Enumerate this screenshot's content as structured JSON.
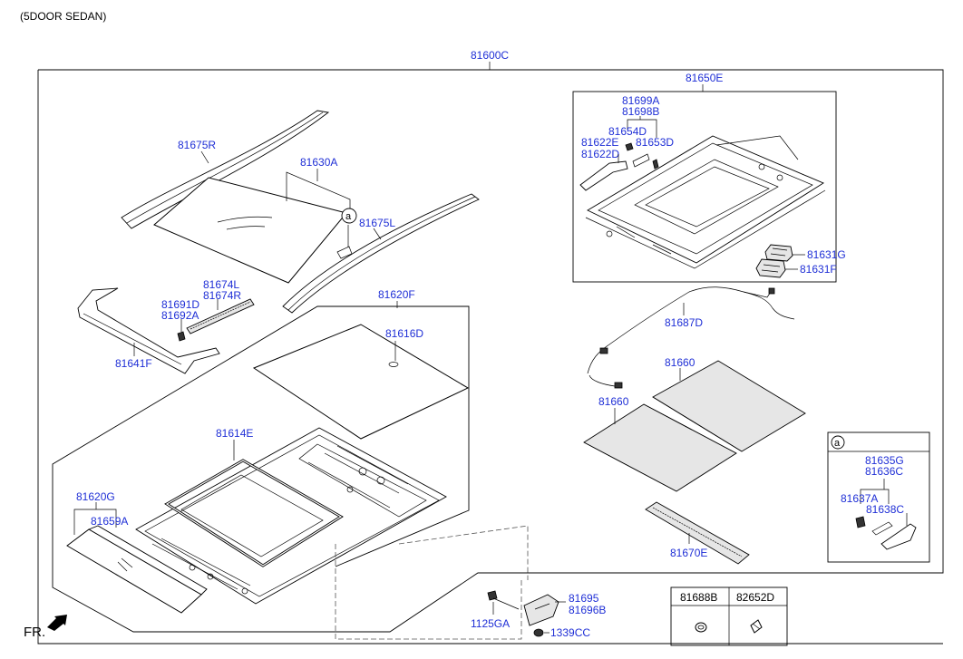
{
  "header": {
    "variant": "(5DOOR SEDAN)"
  },
  "orientation": {
    "label": "FR."
  },
  "callout": {
    "letter": "a"
  },
  "labels": {
    "p81600C": "81600C",
    "p81650E": "81650E",
    "p81675R": "81675R",
    "p81630A": "81630A",
    "p81675L": "81675L",
    "p81674L": "81674L",
    "p81674R": "81674R",
    "p81691D": "81691D",
    "p81692A": "81692A",
    "p81641F": "81641F",
    "p81620F": "81620F",
    "p81616D": "81616D",
    "p81614E": "81614E",
    "p81620G": "81620G",
    "p81659A": "81659A",
    "p81699A": "81699A",
    "p81698B": "81698B",
    "p81654D": "81654D",
    "p81622E": "81622E",
    "p81653D": "81653D",
    "p81622D": "81622D",
    "p81631G": "81631G",
    "p81631F": "81631F",
    "p81687D": "81687D",
    "p81660a": "81660",
    "p81660b": "81660",
    "p81670E": "81670E",
    "p81635G": "81635G",
    "p81636C": "81636C",
    "p81637A": "81637A",
    "p81638C": "81638C",
    "p81695": "81695",
    "p81696B": "81696B",
    "p1125GA": "1125GA",
    "p1339CC": "1339CC"
  },
  "fastener_table": {
    "col1": "81688B",
    "col2": "82652D"
  },
  "colors": {
    "label": "#1f2fd6",
    "line": "#000000"
  }
}
